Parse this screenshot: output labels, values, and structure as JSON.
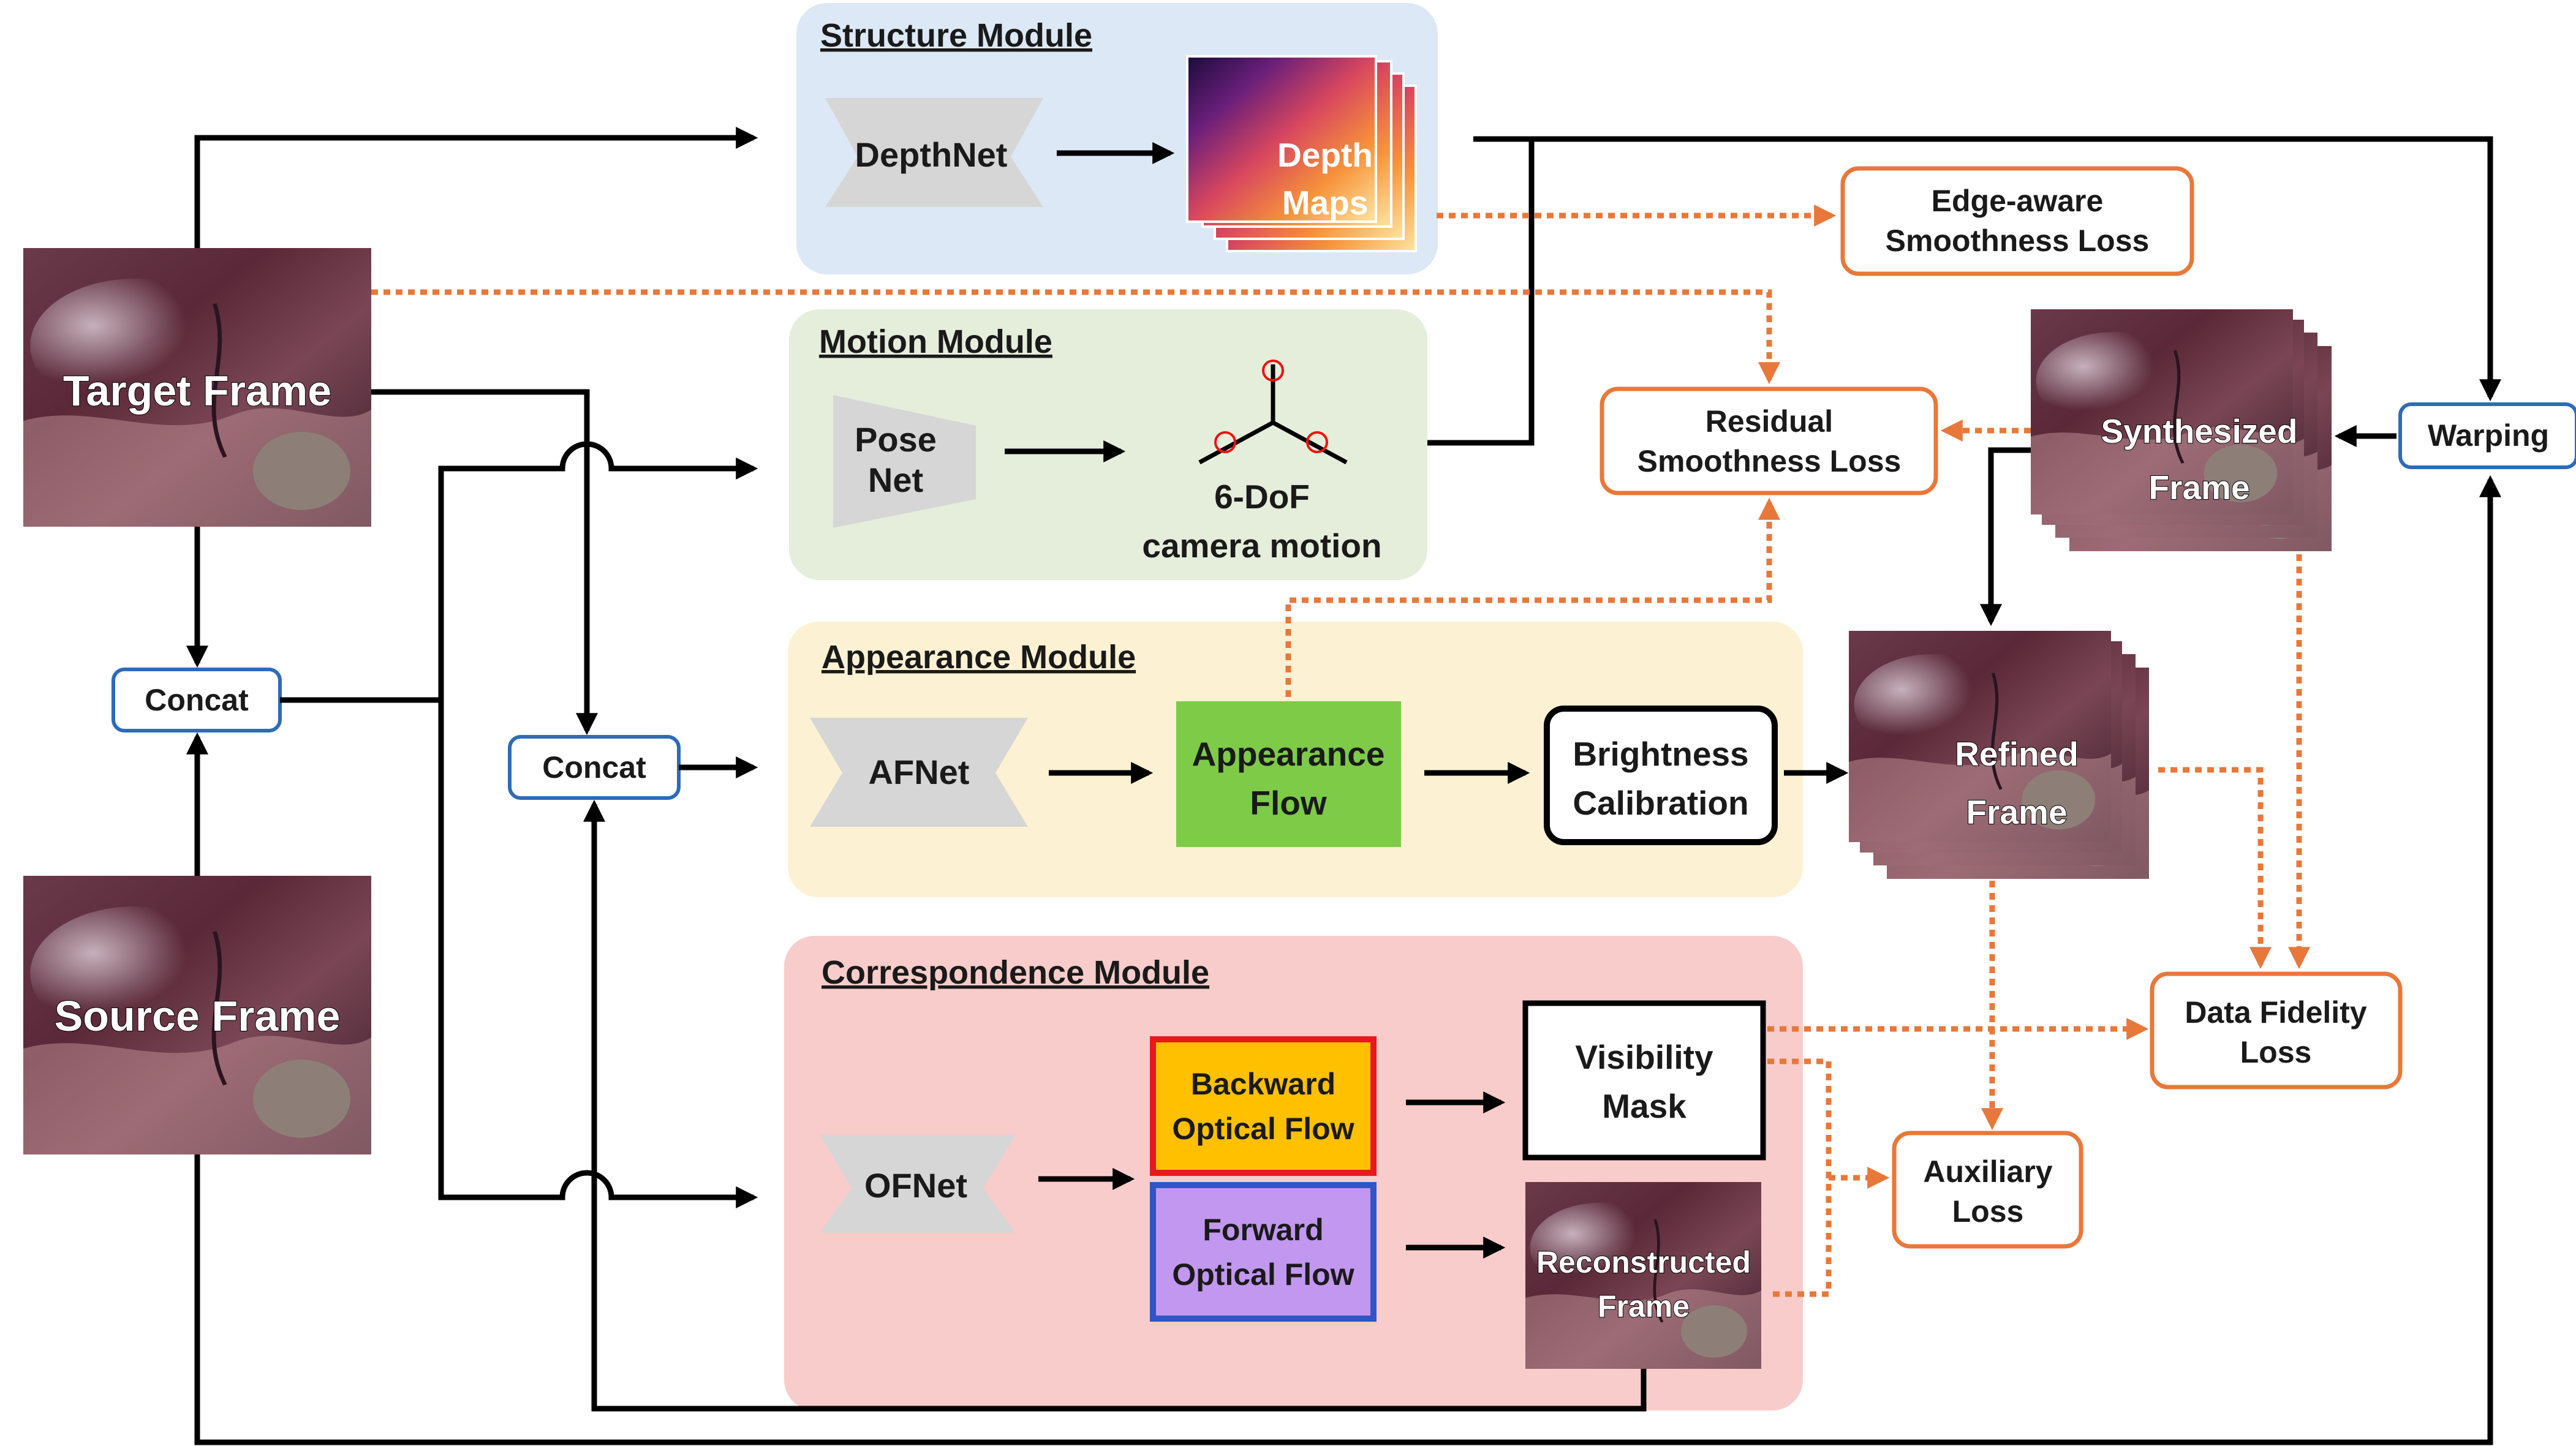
{
  "modules": {
    "structure": "Structure Module",
    "motion": "Motion Module",
    "appearance": "Appearance Module",
    "correspondence": "Correspondence Module"
  },
  "networks": {
    "depthnet": "DepthNet",
    "posenet_1": "Pose",
    "posenet_2": "Net",
    "afnet": "AFNet",
    "ofnet": "OFNet"
  },
  "inputs": {
    "target_frame": "Target Frame",
    "source_frame": "Source Frame"
  },
  "ops": {
    "concat_left": "Concat",
    "concat_mid": "Concat",
    "warping": "Warping"
  },
  "structure": {
    "depth_1": "Depth",
    "depth_2": "Maps"
  },
  "motion": {
    "dof_1": "6-DoF",
    "dof_2": "camera motion"
  },
  "appearance": {
    "flow_1": "Appearance",
    "flow_2": "Flow",
    "brightness_1": "Brightness",
    "brightness_2": "Calibration"
  },
  "correspondence": {
    "backward_1": "Backward",
    "backward_2": "Optical Flow",
    "forward_1": "Forward",
    "forward_2": "Optical Flow",
    "visibility_1": "Visibility",
    "visibility_2": "Mask",
    "reconstructed_1": "Reconstructed",
    "reconstructed_2": "Frame"
  },
  "frames": {
    "synthesized_1": "Synthesized",
    "synthesized_2": "Frame",
    "refined_1": "Refined",
    "refined_2": "Frame"
  },
  "losses": {
    "edge_1": "Edge-aware",
    "edge_2": "Smoothness Loss",
    "residual_1": "Residual",
    "residual_2": "Smoothness Loss",
    "fidelity_1": "Data Fidelity",
    "fidelity_2": "Loss",
    "auxiliary_1": "Auxiliary",
    "auxiliary_2": "Loss"
  },
  "colors": {
    "structure_bg": "#DCE8F5",
    "motion_bg": "#E4EEDB",
    "appearance_bg": "#FCF1D3",
    "correspondence_bg": "#F8CCCB",
    "appearance_flow": "#7DCB47",
    "backward_fill": "#FFC000",
    "backward_border": "#E8191C",
    "forward_fill": "#C197F0",
    "forward_border": "#2F55C6",
    "loss_border": "#E8783A",
    "op_border": "#2E6BB8",
    "network_fill": "#D6D6D6"
  }
}
